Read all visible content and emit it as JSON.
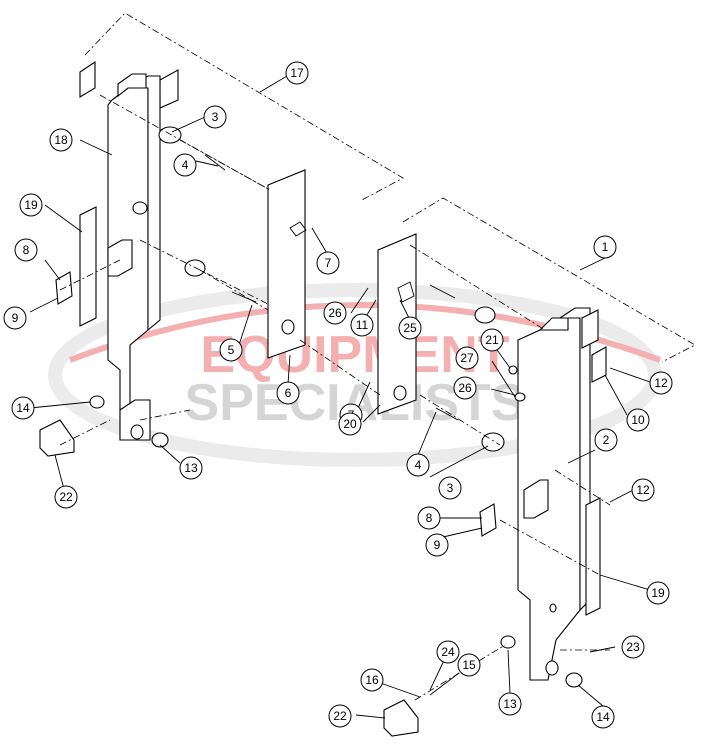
{
  "watermark": {
    "line1": "EQUIPMENT",
    "line2": "SPECIALISTS",
    "color_red": "#e02020",
    "color_gray": "#8a8a8a"
  },
  "callouts": [
    {
      "id": "c1",
      "label": "1"
    },
    {
      "id": "c2",
      "label": "2"
    },
    {
      "id": "c3a",
      "label": "3"
    },
    {
      "id": "c3b",
      "label": "3"
    },
    {
      "id": "c4a",
      "label": "4"
    },
    {
      "id": "c4b",
      "label": "4"
    },
    {
      "id": "c5",
      "label": "5"
    },
    {
      "id": "c6",
      "label": "6"
    },
    {
      "id": "c7a",
      "label": "7"
    },
    {
      "id": "c7b",
      "label": "7"
    },
    {
      "id": "c8a",
      "label": "8"
    },
    {
      "id": "c8b",
      "label": "8"
    },
    {
      "id": "c9a",
      "label": "9"
    },
    {
      "id": "c9b",
      "label": "9"
    },
    {
      "id": "c10",
      "label": "10"
    },
    {
      "id": "c11",
      "label": "11"
    },
    {
      "id": "c12a",
      "label": "12"
    },
    {
      "id": "c12b",
      "label": "12"
    },
    {
      "id": "c13a",
      "label": "13"
    },
    {
      "id": "c13b",
      "label": "13"
    },
    {
      "id": "c14a",
      "label": "14"
    },
    {
      "id": "c14b",
      "label": "14"
    },
    {
      "id": "c15",
      "label": "15"
    },
    {
      "id": "c16",
      "label": "16"
    },
    {
      "id": "c17",
      "label": "17"
    },
    {
      "id": "c18",
      "label": "18"
    },
    {
      "id": "c19a",
      "label": "19"
    },
    {
      "id": "c19b",
      "label": "19"
    },
    {
      "id": "c20",
      "label": "20"
    },
    {
      "id": "c21",
      "label": "21"
    },
    {
      "id": "c22a",
      "label": "22"
    },
    {
      "id": "c22b",
      "label": "22"
    },
    {
      "id": "c23",
      "label": "23"
    },
    {
      "id": "c24",
      "label": "24"
    },
    {
      "id": "c25",
      "label": "25"
    },
    {
      "id": "c26a",
      "label": "26"
    },
    {
      "id": "c26b",
      "label": "26"
    },
    {
      "id": "c27",
      "label": "27"
    }
  ]
}
